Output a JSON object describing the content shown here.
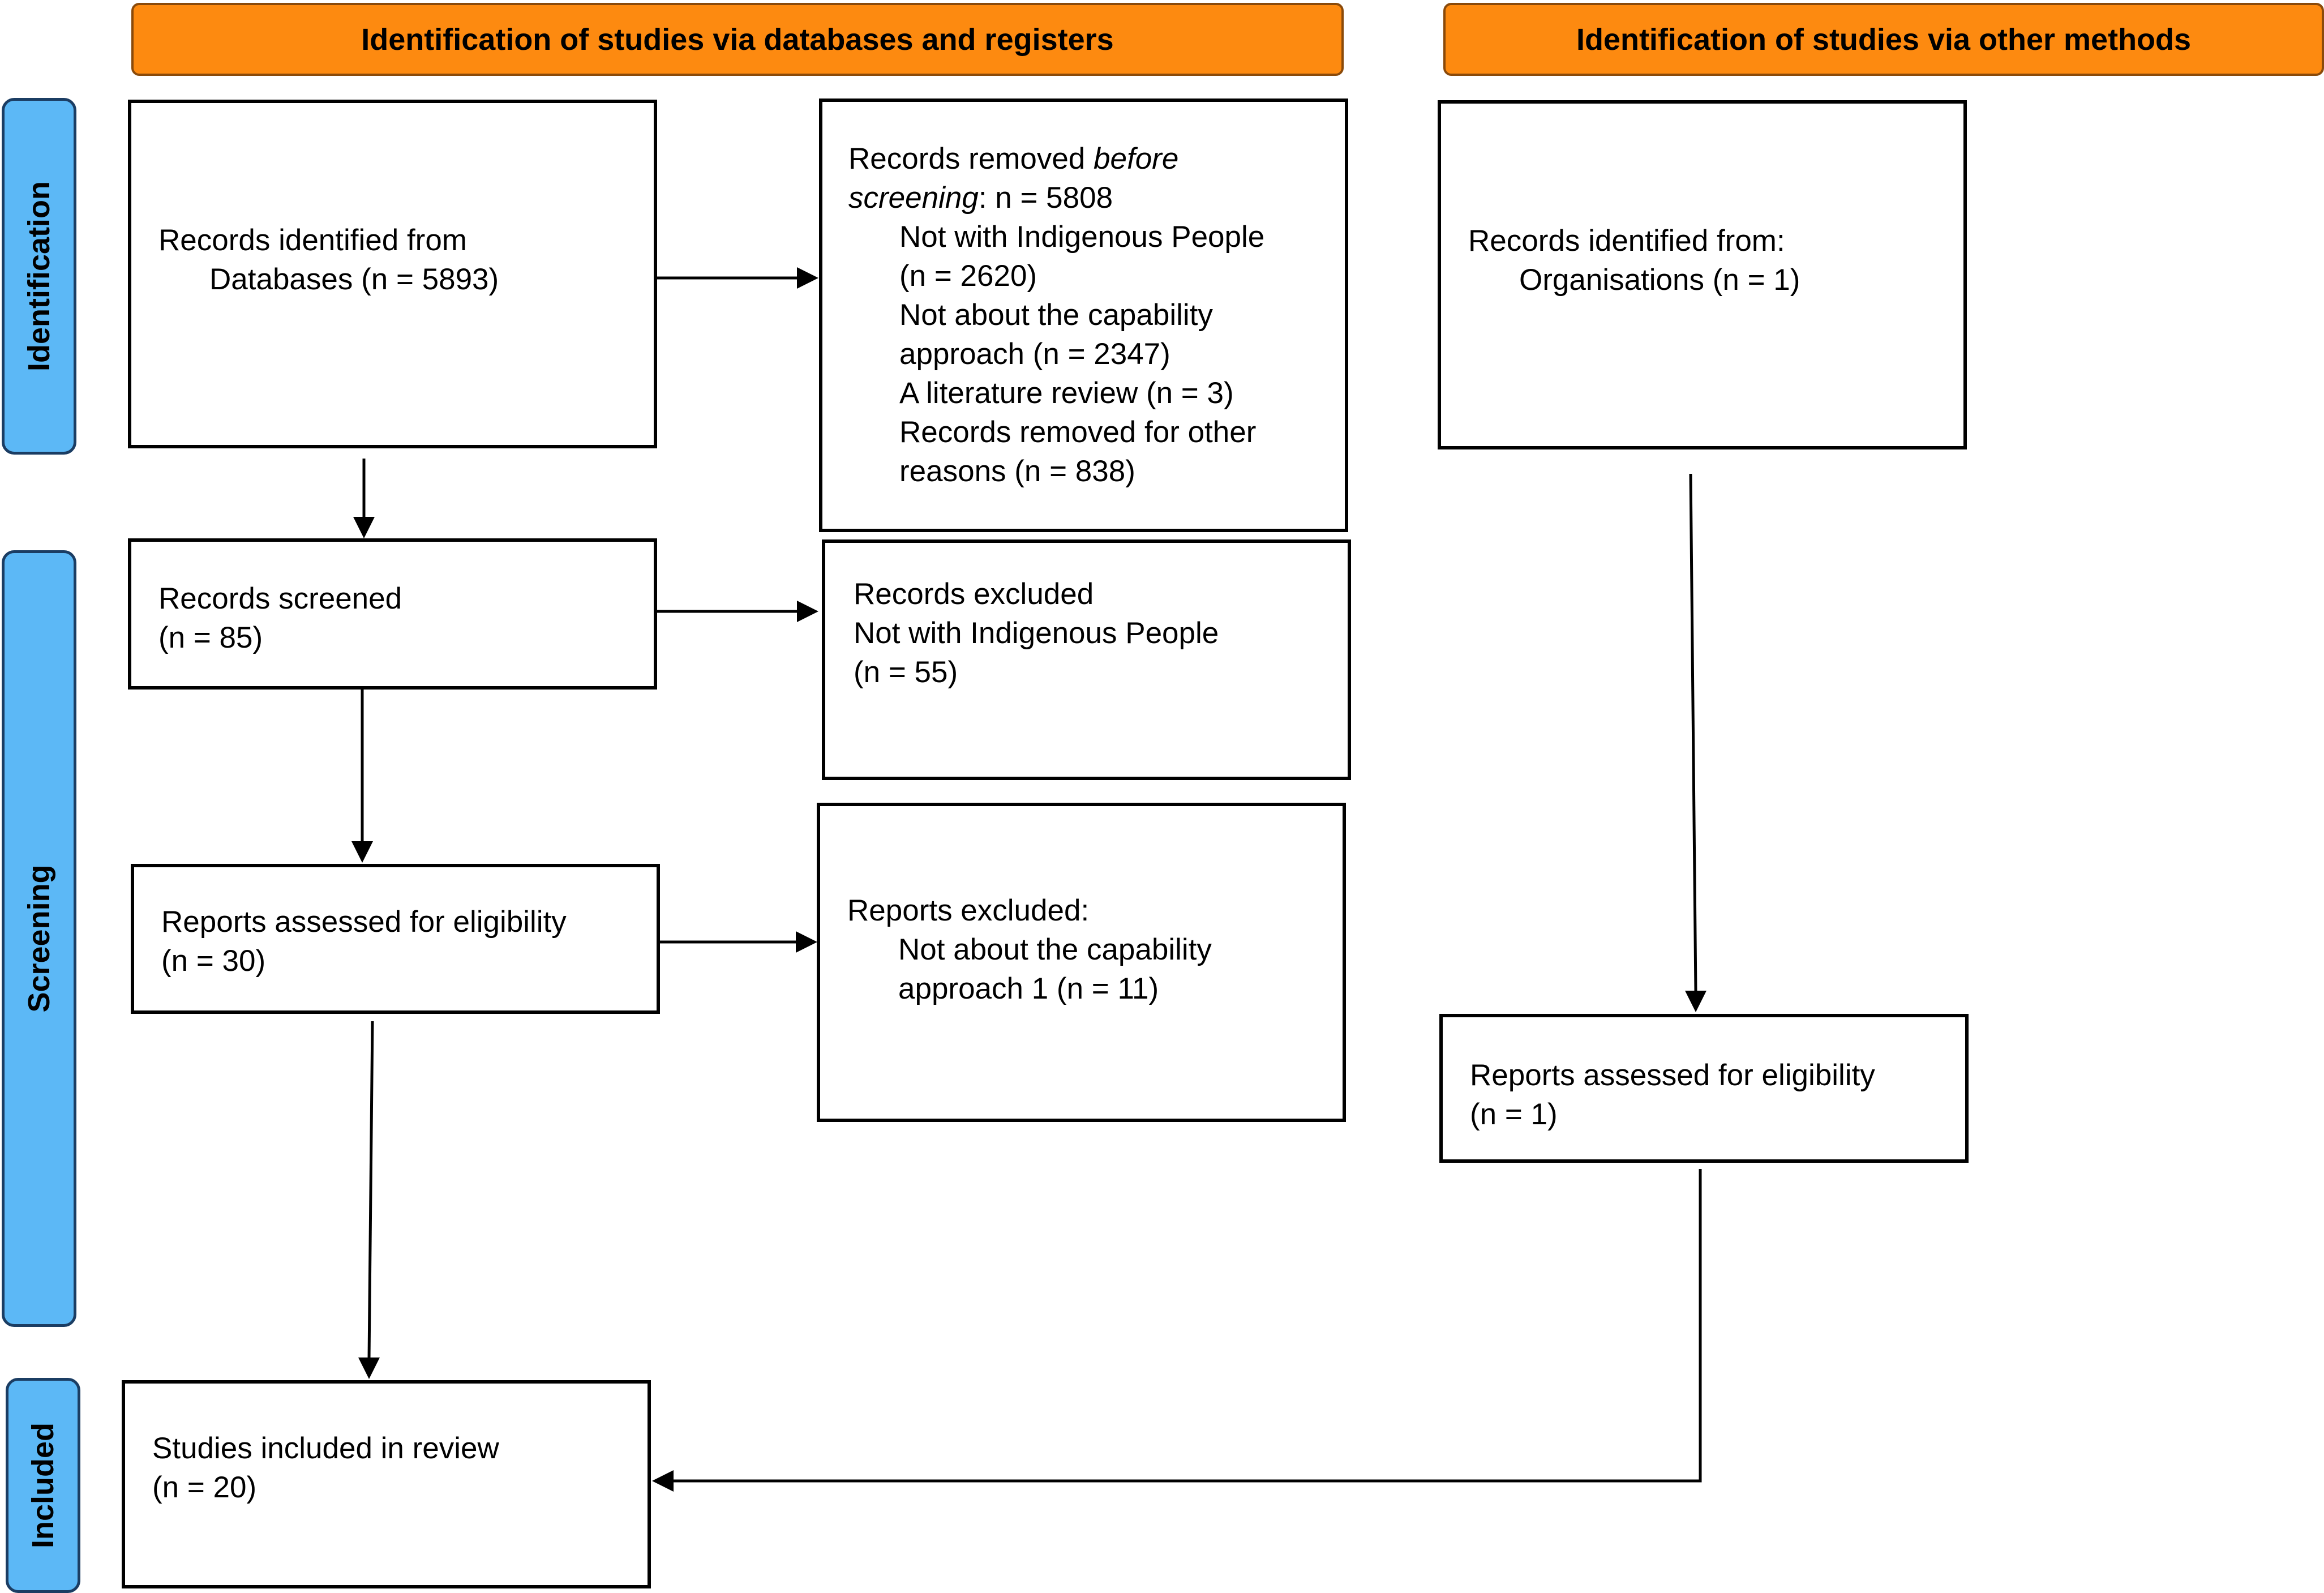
{
  "headers": {
    "databases": "Identification of studies via databases and registers",
    "other": "Identification of studies via other methods"
  },
  "phases": {
    "identification": "Identification",
    "screening": "Screening",
    "included": "Included"
  },
  "boxes": {
    "records_identified": {
      "line1": "Records identified from",
      "line2": "Databases (n = 5893)"
    },
    "records_removed": {
      "lead": "Records removed ",
      "lead_italic": "before",
      "line2_italic": "screening",
      "line2_rest": ": n = 5808",
      "items": [
        "Not with Indigenous People",
        "(n = 2620)",
        "Not about the capability",
        "approach (n = 2347)",
        "A literature review (n = 3)",
        "Records removed for other",
        "reasons (n = 838)"
      ]
    },
    "other_identified": {
      "line1": "Records identified from:",
      "line2": "Organisations (n = 1)"
    },
    "records_screened": {
      "line1": "Records screened",
      "line2": "(n = 85)"
    },
    "records_excluded": {
      "line1": "Records excluded",
      "line2": "Not with Indigenous People",
      "line3": "(n = 55)"
    },
    "reports_assessed": {
      "line1": "Reports assessed for eligibility",
      "line2": "(n = 30)"
    },
    "reports_excluded": {
      "line1": "Reports excluded:",
      "line2": "Not about the capability",
      "line3": "approach 1 (n = 11)"
    },
    "other_assessed": {
      "line1": "Reports assessed for eligibility",
      "line2": "(n = 1)"
    },
    "included": {
      "line1": "Studies included in review",
      "line2": "(n = 20)"
    }
  },
  "colors": {
    "header_fill": "#fd8a10",
    "phase_fill": "#5cb8f6",
    "box_border": "#000000"
  }
}
